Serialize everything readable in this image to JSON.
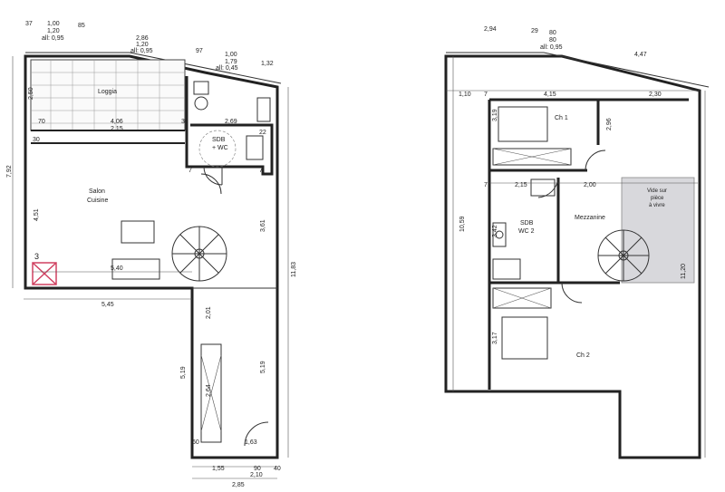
{
  "left_plan": {
    "rooms": {
      "loggia": "Loggia",
      "sdb_wc_1": "SDB",
      "sdb_wc_2": "+ WC",
      "salon_1": "Salon",
      "salon_2": "Cuisine"
    },
    "dims": {
      "d37": "37",
      "d100": "1,00",
      "d120": "1,20",
      "d_all095": "all: 0,95",
      "d85": "85",
      "d286": "2,86",
      "d120b": "1,20",
      "d_all095b": "all: 0,95",
      "d97": "97",
      "d100b": "1,00",
      "d179": "1,79",
      "d_all045": "all: 0,45",
      "d132": "1,32",
      "d250": "2,50",
      "d70": "70",
      "d406": "4,06",
      "d30": "30",
      "d269": "2,69",
      "d215": "2,15",
      "d30b": "30",
      "d22": "22",
      "d7": "7",
      "d7b": "7",
      "d792": "7,92",
      "d451": "4,51",
      "d361": "3,61",
      "d540": "5,40",
      "d545": "5,45",
      "d1183": "11,83",
      "d201": "2,01",
      "d519a": "5,19",
      "d519b": "5,19",
      "d264": "2,64",
      "d60": "60",
      "d163": "1,63",
      "d155": "1,55",
      "d90": "90",
      "d40": "40",
      "d210": "2,10",
      "d285": "2,85",
      "d3": "3"
    }
  },
  "right_plan": {
    "rooms": {
      "ch1": "Ch 1",
      "sdb_wc2_1": "SDB",
      "sdb_wc2_2": "WC 2",
      "mezzanine": "Mezzanine",
      "vide_1": "Vide sur",
      "vide_2": "pièce",
      "vide_3": "à vivre",
      "ch2": "Ch 2"
    },
    "dims": {
      "d294": "2,94",
      "d29": "29",
      "d80": "80",
      "d80b": "80",
      "d_all095": "all: 0,95",
      "d447": "4,47",
      "d110": "1,10",
      "d7": "7",
      "d415": "4,15",
      "d230": "2,30",
      "d319": "3,19",
      "d296": "2,96",
      "d7b": "7",
      "d215": "2,15",
      "d200": "2,00",
      "d1059": "10,59",
      "d342": "3,42",
      "d1120": "11,20",
      "d317": "3,17"
    }
  }
}
